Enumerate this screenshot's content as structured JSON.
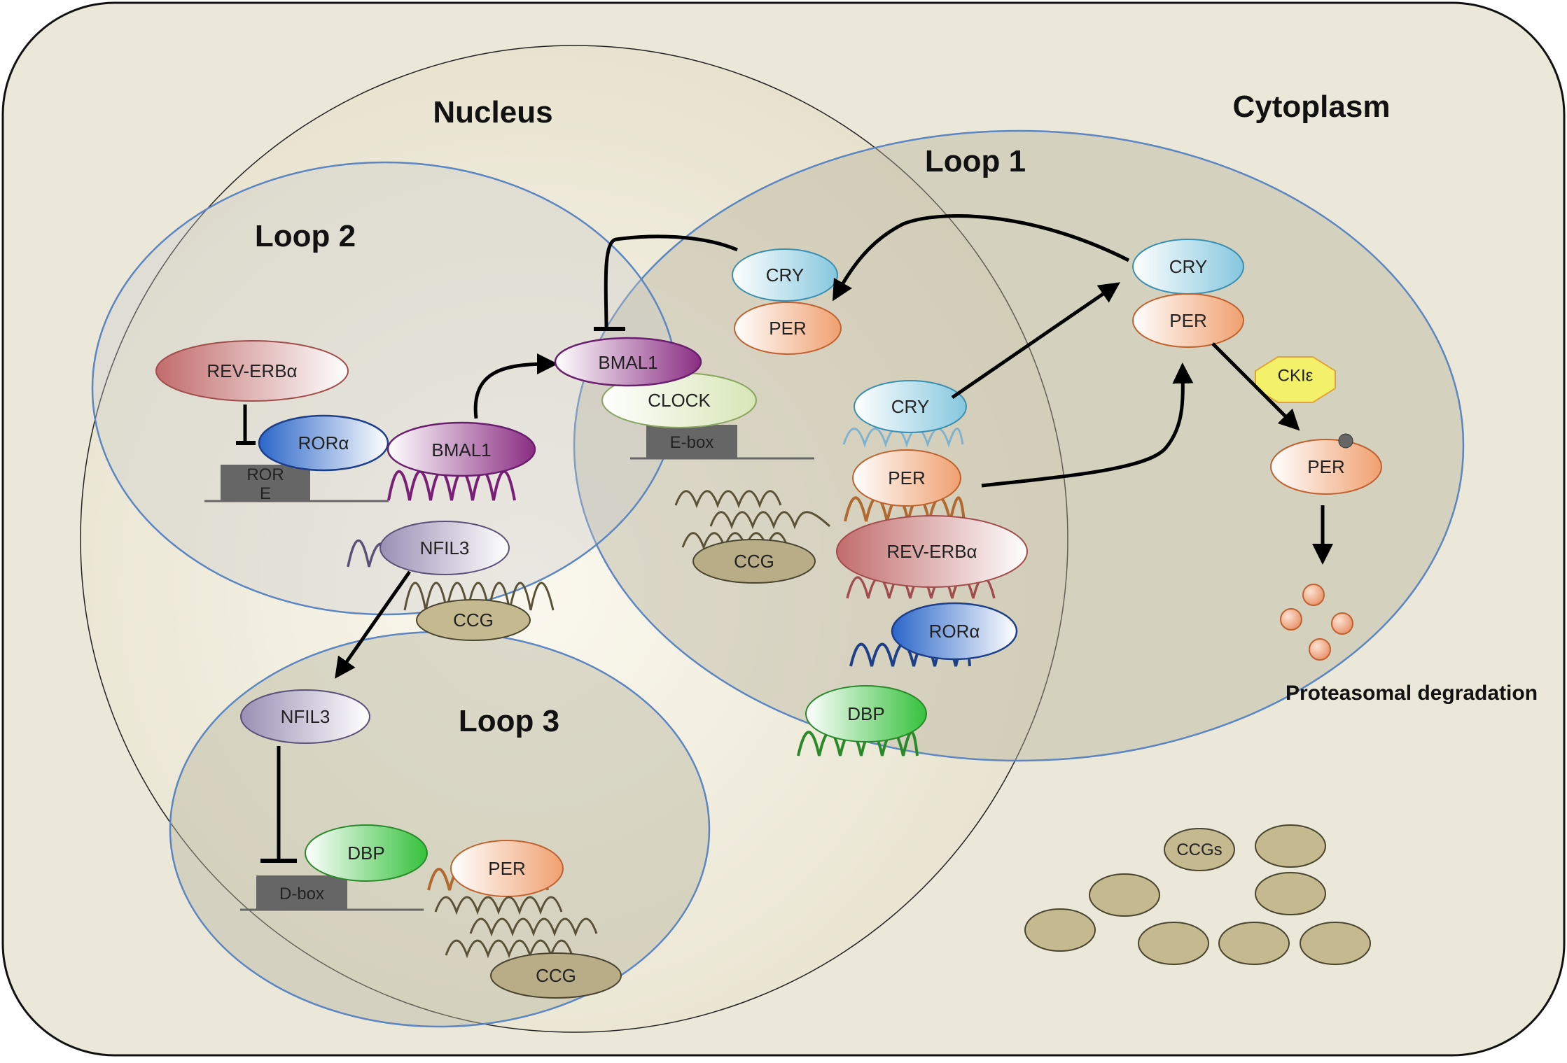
{
  "regions": {
    "nucleus": "Nucleus",
    "cytoplasm": "Cytoplasm"
  },
  "loops": {
    "loop1": "Loop 1",
    "loop2": "Loop 2",
    "loop3": "Loop 3"
  },
  "proteins": {
    "rev_erb_loop2": "REV-ERBα",
    "ror_loop2": "RORα",
    "bmal1_loop2": "BMAL1",
    "nfil3_loop2": "NFIL3",
    "ccg_loop2": "CCG",
    "bmal1_center": "BMAL1",
    "clock_center": "CLOCK",
    "cry_nuc": "CRY",
    "per_nuc": "PER",
    "cry_loop1": "CRY",
    "per_loop1": "PER",
    "ccg_loop1": "CCG",
    "rev_erb_loop1": "REV-ERBα",
    "ror_loop1": "RORα",
    "dbp_loop1": "DBP",
    "cry_cyto": "CRY",
    "per_cyto": "PER",
    "ckie": "CKIε",
    "per_phos": "PER",
    "nfil3_loop3": "NFIL3",
    "dbp_loop3": "DBP",
    "per_loop3": "PER",
    "ccg_loop3": "CCG",
    "ccgs": "CCGs"
  },
  "elements": {
    "rore_line1": "ROR",
    "rore_line2": "E",
    "ebox": "E-box",
    "dbox": "D-box"
  },
  "labels": {
    "degradation": "Proteasomal degradation"
  },
  "colors": {
    "cell_fill": "#ebe8da",
    "circle_stroke": "#5b86c2",
    "cry_stroke": "#3a8fb0",
    "per_stroke": "#c0622f",
    "rev_stroke": "#a24d4d",
    "ror_stroke": "#1d3f8a",
    "bmal_stroke": "#6a1f6e",
    "nfil_stroke": "#5b5078",
    "dbp_stroke": "#2a8a2a",
    "ccg_fill": "#c4b98f",
    "ckie_fill": "#f3f06a"
  }
}
